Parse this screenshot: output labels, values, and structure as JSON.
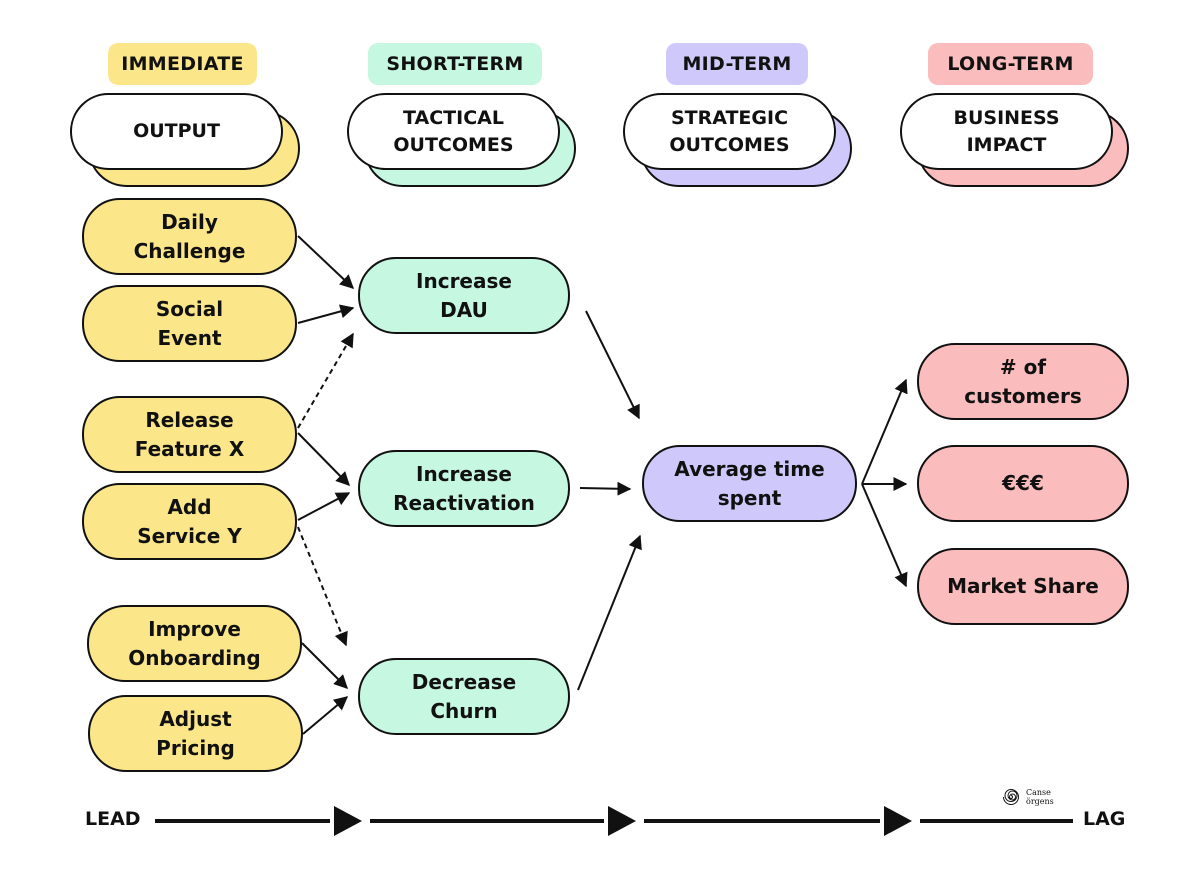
{
  "columns": [
    {
      "tag": "IMMEDIATE",
      "header": "OUTPUT",
      "color": "#fbe78a"
    },
    {
      "tag": "SHORT-TERM",
      "header": "TACTICAL\nOUTCOMES",
      "color": "#c6f7e0"
    },
    {
      "tag": "MID-TERM",
      "header": "STRATEGIC\nOUTCOMES",
      "color": "#cfc9fb"
    },
    {
      "tag": "LONG-TERM",
      "header": "BUSINESS\nIMPACT",
      "color": "#fbbcbd"
    }
  ],
  "outputs": [
    "Daily\nChallenge",
    "Social\nEvent",
    "Release\nFeature X",
    "Add\nService Y",
    "Improve\nOnboarding",
    "Adjust\nPricing"
  ],
  "tactical": [
    "Increase\nDAU",
    "Increase\nReactivation",
    "Decrease\nChurn"
  ],
  "strategic": [
    "Average time\nspent"
  ],
  "impact": [
    "# of\ncustomers",
    "€€€",
    "Market Share"
  ],
  "edges": [
    {
      "from": "Daily Challenge",
      "to": "Increase DAU",
      "style": "solid"
    },
    {
      "from": "Social Event",
      "to": "Increase DAU",
      "style": "solid"
    },
    {
      "from": "Release Feature X",
      "to": "Increase DAU",
      "style": "dashed"
    },
    {
      "from": "Release Feature X",
      "to": "Increase Reactivation",
      "style": "solid"
    },
    {
      "from": "Add Service Y",
      "to": "Increase Reactivation",
      "style": "solid"
    },
    {
      "from": "Add Service Y",
      "to": "Decrease Churn",
      "style": "dashed"
    },
    {
      "from": "Improve Onboarding",
      "to": "Decrease Churn",
      "style": "solid"
    },
    {
      "from": "Adjust Pricing",
      "to": "Decrease Churn",
      "style": "solid"
    },
    {
      "from": "Increase DAU",
      "to": "Average time spent",
      "style": "solid"
    },
    {
      "from": "Increase Reactivation",
      "to": "Average time spent",
      "style": "solid"
    },
    {
      "from": "Decrease Churn",
      "to": "Average time spent",
      "style": "solid"
    },
    {
      "from": "Average time spent",
      "to": "# of customers",
      "style": "solid"
    },
    {
      "from": "Average time spent",
      "to": "€€€",
      "style": "solid"
    },
    {
      "from": "Average time spent",
      "to": "Market Share",
      "style": "solid"
    }
  ],
  "timeline": {
    "start": "LEAD",
    "end": "LAG"
  },
  "logo": {
    "text": "Canse\nörgens"
  }
}
